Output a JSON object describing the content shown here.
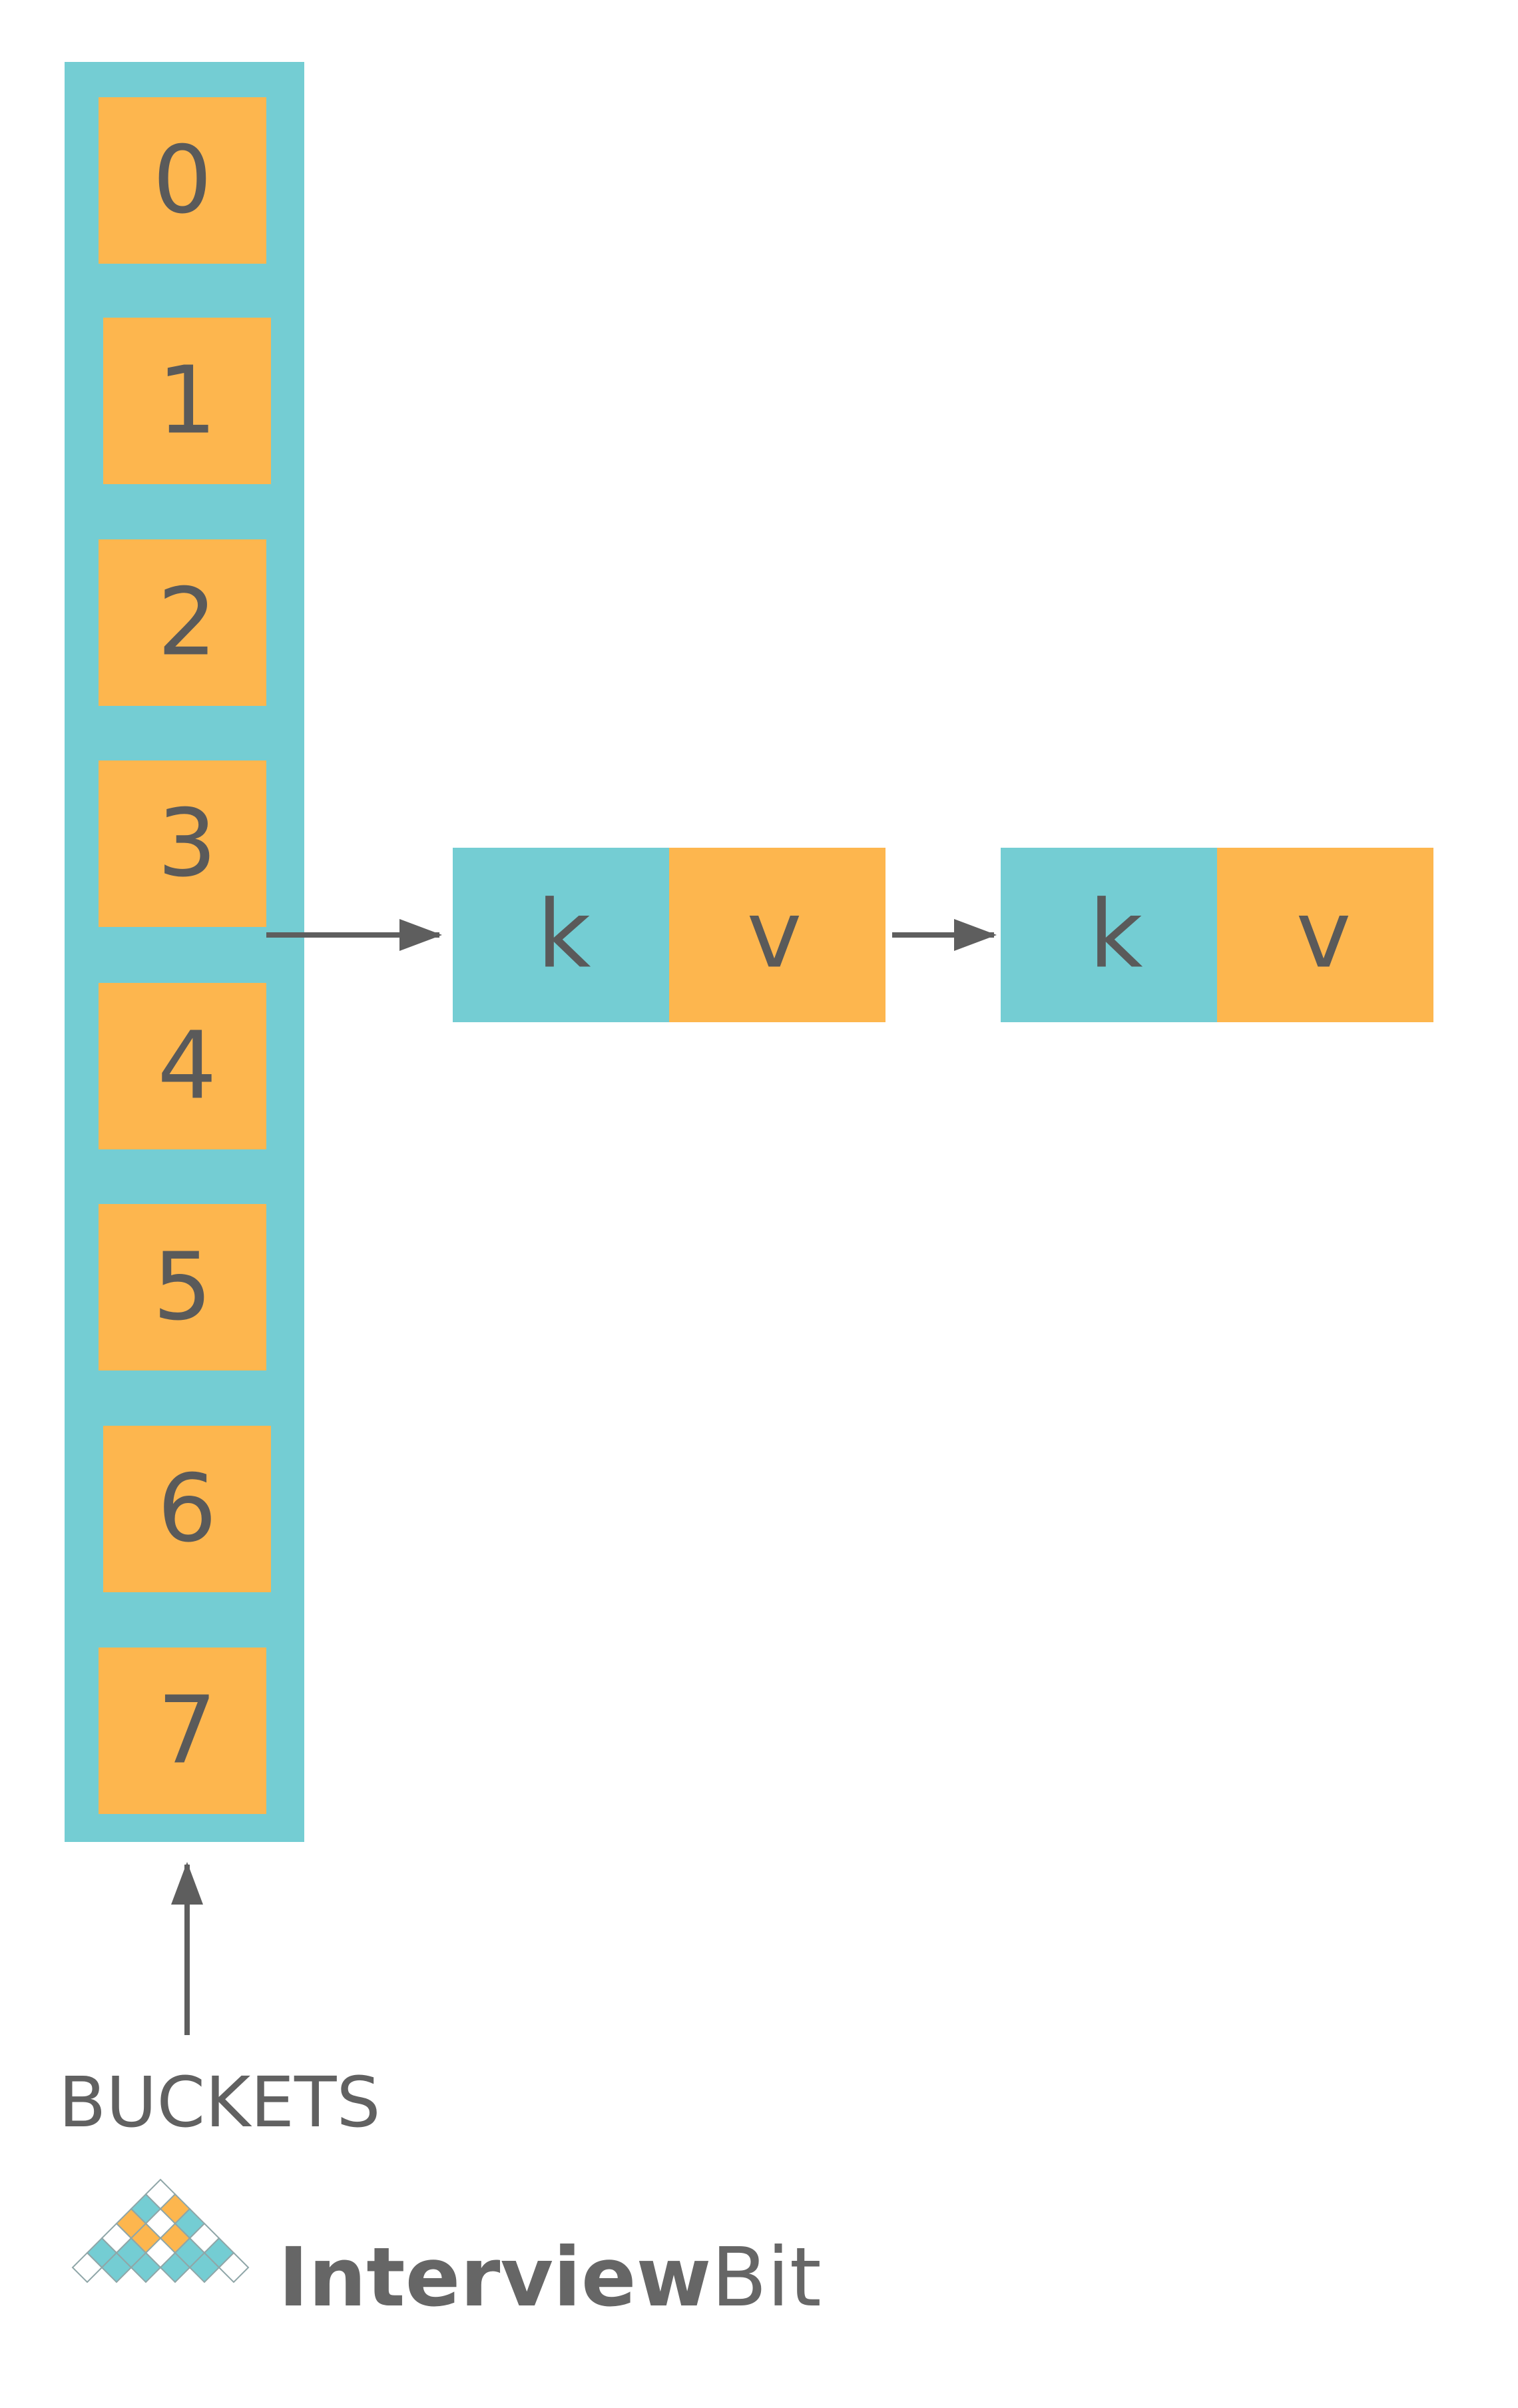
{
  "colors": {
    "teal": "#74CDD3",
    "orange": "#FDB64E",
    "text": "#5A5A5A",
    "arrow": "#5E5E5E",
    "logo_white": "#FFFFFF"
  },
  "buckets": {
    "labels": [
      "0",
      "1",
      "2",
      "3",
      "4",
      "5",
      "6",
      "7"
    ],
    "caption": "BUCKETS"
  },
  "chain": {
    "source_bucket": "3",
    "nodes": [
      {
        "key": "k",
        "value": "v"
      },
      {
        "key": "k",
        "value": "v"
      }
    ]
  },
  "logo": {
    "name_bold": "Interview",
    "name_regular": "Bit",
    "icon": "interviewbit-diamond-grid-icon"
  }
}
